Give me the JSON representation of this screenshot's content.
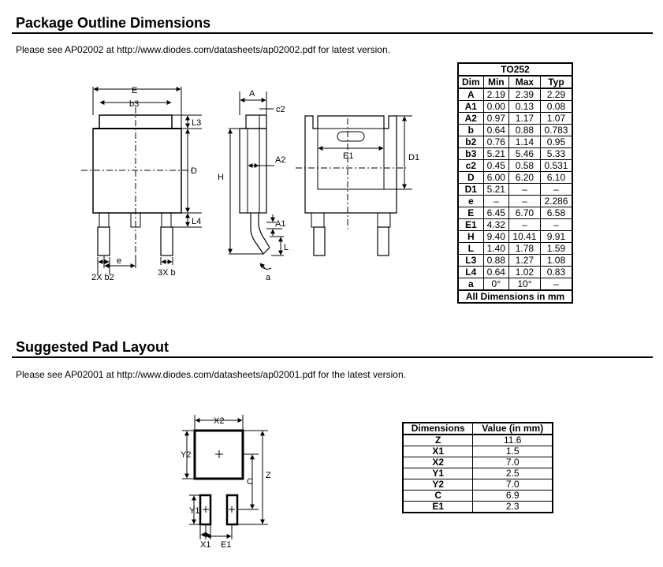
{
  "section1": {
    "title": "Package Outline Dimensions",
    "note": "Please see AP02002 at http://www.diodes.com/datasheets/ap02002.pdf for latest version."
  },
  "section2": {
    "title": "Suggested Pad Layout",
    "note": "Please see AP02001 at http://www.diodes.com/datasheets/ap02001.pdf for the latest version."
  },
  "outline_labels": {
    "E": "E",
    "b3": "b3",
    "L3": "L3",
    "D": "D",
    "H": "H",
    "L4": "L4",
    "e": "e",
    "two_x_b2": "2X b2",
    "three_x_b": "3X b",
    "A": "A",
    "c2": "c2",
    "A2": "A2",
    "A1": "A1",
    "L": "L",
    "a": "a",
    "E1": "E1",
    "D1": "D1"
  },
  "pad_labels": {
    "X2": "X2",
    "Y2": "Y2",
    "C": "C",
    "Z": "Z",
    "Y1": "Y1",
    "X1": "X1",
    "E1": "E1"
  },
  "to252_table": {
    "caption": "TO252",
    "headers": [
      "Dim",
      "Min",
      "Max",
      "Typ"
    ],
    "rows": [
      [
        "A",
        "2.19",
        "2.39",
        "2.29"
      ],
      [
        "A1",
        "0.00",
        "0.13",
        "0.08"
      ],
      [
        "A2",
        "0.97",
        "1.17",
        "1.07"
      ],
      [
        "b",
        "0.64",
        "0.88",
        "0.783"
      ],
      [
        "b2",
        "0.76",
        "1.14",
        "0.95"
      ],
      [
        "b3",
        "5.21",
        "5.46",
        "5.33"
      ],
      [
        "c2",
        "0.45",
        "0.58",
        "0.531"
      ],
      [
        "D",
        "6.00",
        "6.20",
        "6.10"
      ],
      [
        "D1",
        "5.21",
        "–",
        "–"
      ],
      [
        "e",
        "–",
        "–",
        "2.286"
      ],
      [
        "E",
        "6.45",
        "6.70",
        "6.58"
      ],
      [
        "E1",
        "4.32",
        "–",
        "–"
      ],
      [
        "H",
        "9.40",
        "10.41",
        "9.91"
      ],
      [
        "L",
        "1.40",
        "1.78",
        "1.59"
      ],
      [
        "L3",
        "0.88",
        "1.27",
        "1.08"
      ],
      [
        "L4",
        "0.64",
        "1.02",
        "0.83"
      ],
      [
        "a",
        "0°",
        "10°",
        "–"
      ]
    ],
    "footer": "All Dimensions in mm"
  },
  "pad_table": {
    "headers": [
      "Dimensions",
      "Value (in mm)"
    ],
    "rows": [
      [
        "Z",
        "11.6"
      ],
      [
        "X1",
        "1.5"
      ],
      [
        "X2",
        "7.0"
      ],
      [
        "Y1",
        "2.5"
      ],
      [
        "Y2",
        "7.0"
      ],
      [
        "C",
        "6.9"
      ],
      [
        "E1",
        "2.3"
      ]
    ]
  }
}
